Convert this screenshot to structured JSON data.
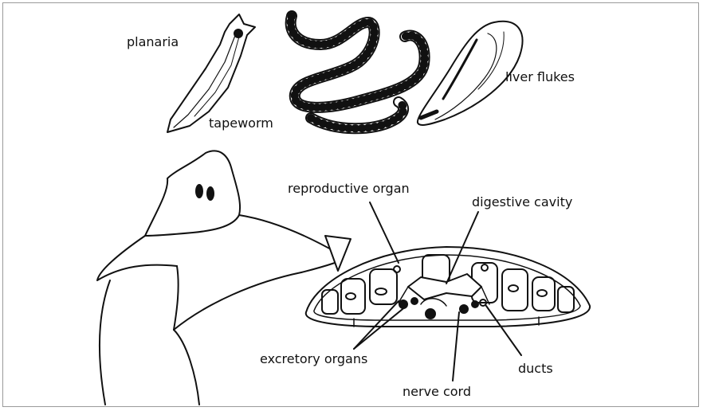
{
  "labels": {
    "planaria": "planaria",
    "tapeworm": "tapeworm",
    "liver_flukes": "liver flukes",
    "reproductive_organ": "reproductive organ",
    "digestive_cavity": "digestive cavity",
    "excretory_organs": "excretory organs",
    "ducts": "ducts",
    "nerve_cord": "nerve cord"
  },
  "colors": {
    "ink": "#111111",
    "frame": "#9a9a9a",
    "background": "#ffffff"
  }
}
